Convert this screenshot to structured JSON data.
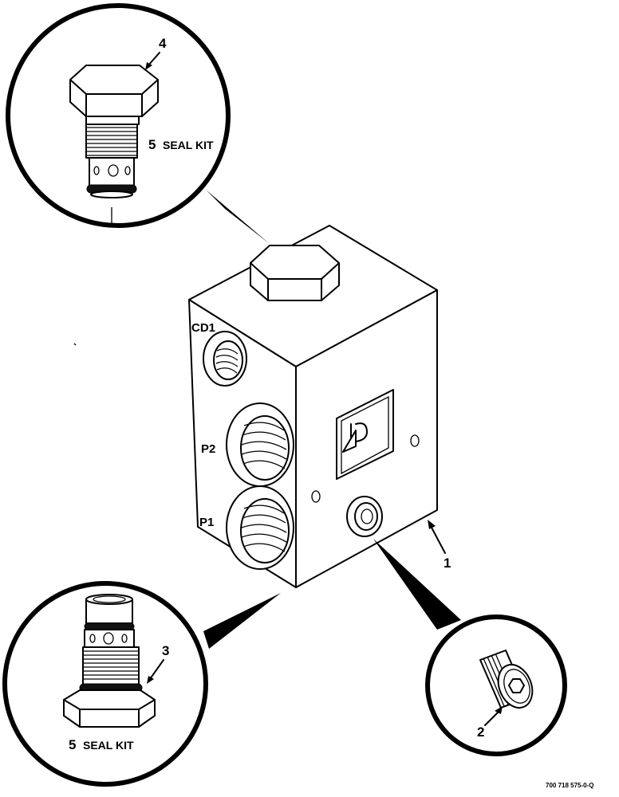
{
  "callouts": {
    "item4": "4",
    "item3": "3",
    "item2": "2",
    "item1": "1"
  },
  "labels": {
    "top_seal_kit_num": "5",
    "top_seal_kit_text": "SEAL KIT",
    "bottom_seal_kit_num": "5",
    "bottom_seal_kit_text": "SEAL KIT"
  },
  "ports": {
    "cd1": "CD1",
    "p2": "P2",
    "p1": "P1"
  },
  "figure_id": "700 718 575-0-Q"
}
